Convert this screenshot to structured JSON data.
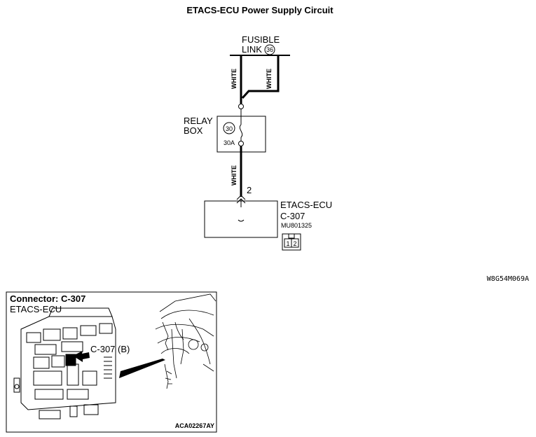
{
  "title": "ETACS-ECU Power Supply Circuit",
  "fusible_link": {
    "label_line1": "FUSIBLE",
    "label_line2": "LINK",
    "number": "36"
  },
  "wires": {
    "left_color": "WHITE",
    "right_color": "WHITE",
    "lower_color": "WHITE"
  },
  "relay_box": {
    "label_line1": "RELAY",
    "label_line2": "BOX",
    "fuse_number": "30",
    "fuse_rating": "30A"
  },
  "ecu": {
    "label": "ETACS-ECU",
    "connector": "C-307",
    "part_number": "MU801325",
    "pin_number": "2",
    "pins": [
      "1",
      "2"
    ]
  },
  "figure_code": "W8G54M069A",
  "inset": {
    "heading": "Connector: C-307",
    "subheading": "ETACS-ECU",
    "callout": "C-307 (B)",
    "figure_code": "ACA02267AY"
  }
}
